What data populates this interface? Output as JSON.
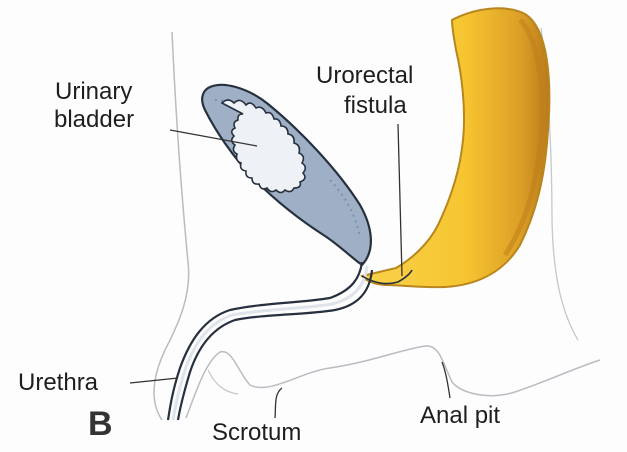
{
  "figure": {
    "panel_letter": "B",
    "labels": {
      "urinary_bladder_line1": "Urinary",
      "urinary_bladder_line2": "bladder",
      "urorectal_fistula_line1": "Urorectal",
      "urorectal_fistula_line2": "fistula",
      "urethra": "Urethra",
      "scrotum": "Scrotum",
      "anal_pit": "Anal pit"
    },
    "colors": {
      "bladder_fill": "#9fb0c6",
      "bladder_lumen": "#eef1f5",
      "rectum_fill": "#f6c531",
      "rectum_shade": "#c78a1f",
      "outline": "#26303e",
      "faint_outline": "#b9bcc2"
    }
  }
}
